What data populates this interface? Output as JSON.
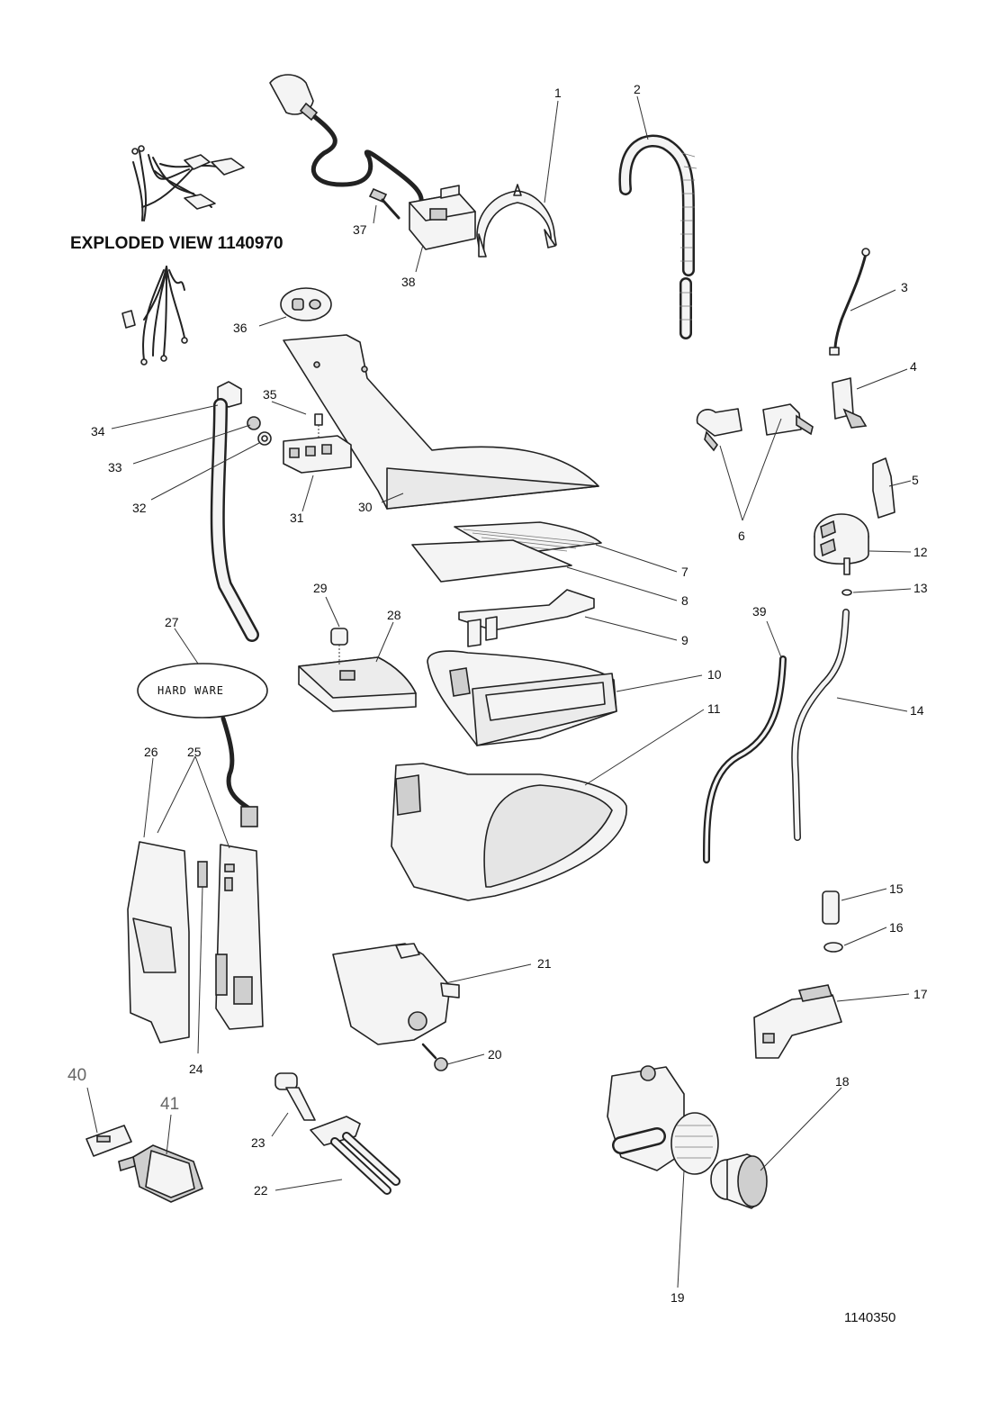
{
  "title": "EXPLODED VIEW 1140970",
  "hardware_label": "HARD WARE",
  "drawing_code": "1140350",
  "labels": {
    "p1": "1",
    "p2": "2",
    "p3": "3",
    "p4": "4",
    "p5": "5",
    "p6": "6",
    "p7": "7",
    "p8": "8",
    "p9": "9",
    "p10": "10",
    "p11": "11",
    "p12": "12",
    "p13": "13",
    "p14": "14",
    "p15": "15",
    "p16": "16",
    "p17": "17",
    "p18": "18",
    "p19": "19",
    "p20": "20",
    "p21": "21",
    "p22": "22",
    "p23": "23",
    "p24": "24",
    "p25": "25",
    "p26": "26",
    "p27": "27",
    "p28": "28",
    "p29": "29",
    "p30": "30",
    "p31": "31",
    "p32": "32",
    "p33": "33",
    "p34": "34",
    "p35": "35",
    "p36": "36",
    "p37": "37",
    "p38": "38",
    "p39": "39",
    "p40": "40",
    "p41": "41"
  }
}
